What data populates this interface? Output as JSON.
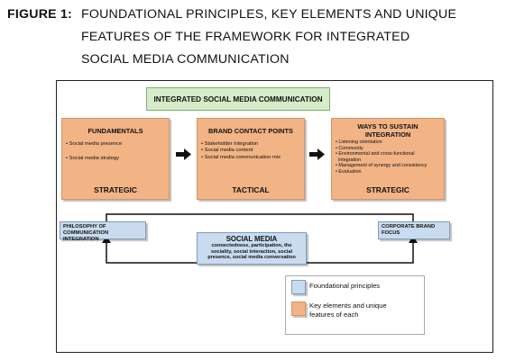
{
  "caption": {
    "label": "FIGURE 1:",
    "line1": "FOUNDATIONAL PRINCIPLES, KEY ELEMENTS AND UNIQUE",
    "line2": "FEATURES OF THE FRAMEWORK FOR INTEGRATED",
    "line3": "SOCIAL MEDIA COMMUNICATION"
  },
  "diagram": {
    "title": "INTEGRATED SOCIAL MEDIA COMMUNICATION",
    "fundamentals": {
      "heading": "FUNDAMENTALS",
      "items": [
        "• Social media presence",
        "• Social media strategy"
      ],
      "footer": "STRATEGIC"
    },
    "brand_contact": {
      "heading": "BRAND CONTACT POINTS",
      "items": [
        "• Stakeholder integration",
        "• Social media content",
        "• Social media communication mix"
      ],
      "footer": "TACTICAL"
    },
    "sustain": {
      "heading_line1": "WAYS TO SUSTAIN",
      "heading_line2": "INTEGRATION",
      "items": [
        "• Listening orientation",
        "• Community",
        "• Environmental and cross-functional",
        "  integration",
        "• Management of synergy and consistency",
        "• Evaluation"
      ],
      "footer": "STRATEGIC"
    },
    "philosophy": {
      "line1": "PHILOSOPHY OF",
      "line2": "COMMUNICATION INTEGRATION"
    },
    "social_media": {
      "heading": "SOCIAL MEDIA",
      "line1": "connectedness, participation, the",
      "line2": "sociality, social interaction, social",
      "line3": "presence, social media conversation"
    },
    "corporate_brand": {
      "line1": "CORPORATE BRAND",
      "line2": "FOCUS"
    }
  },
  "legend": {
    "items": [
      {
        "label": "Foundational principles",
        "color": "#c9dcef"
      },
      {
        "label_line1": "Key elements and unique",
        "label_line2": "features of each",
        "color": "#f2b385"
      }
    ]
  },
  "colors": {
    "orange": "#f2b385",
    "blue": "#c9dcef",
    "green": "#d4ecc8"
  }
}
